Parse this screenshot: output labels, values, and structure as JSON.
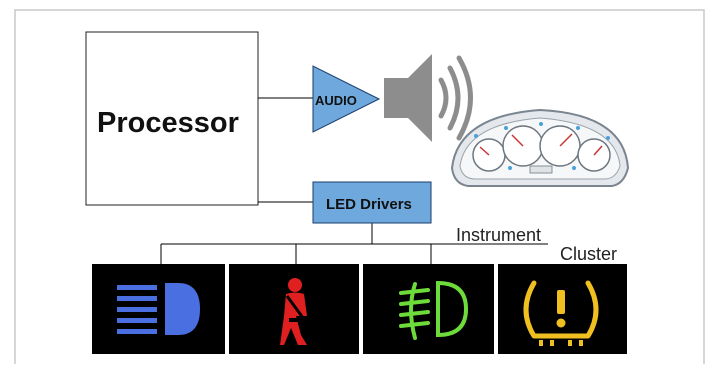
{
  "diagram": {
    "processor_label": "Processor",
    "audio_label": "AUDIO",
    "led_drivers_label": "LED Drivers",
    "instrument_label": "Instrument",
    "cluster_label": "Cluster"
  },
  "colors": {
    "block_fill": "#6fa8dc",
    "wire": "#000000",
    "headlamp": "#4a6fe0",
    "seatbelt": "#e02020",
    "fog_lamp": "#6ddc3a",
    "tire_pressure": "#f0c020"
  },
  "icons": [
    "speaker-icon",
    "instrument-cluster-icon",
    "headlamp-icon",
    "seatbelt-icon",
    "fog-lamp-icon",
    "tire-pressure-icon"
  ]
}
